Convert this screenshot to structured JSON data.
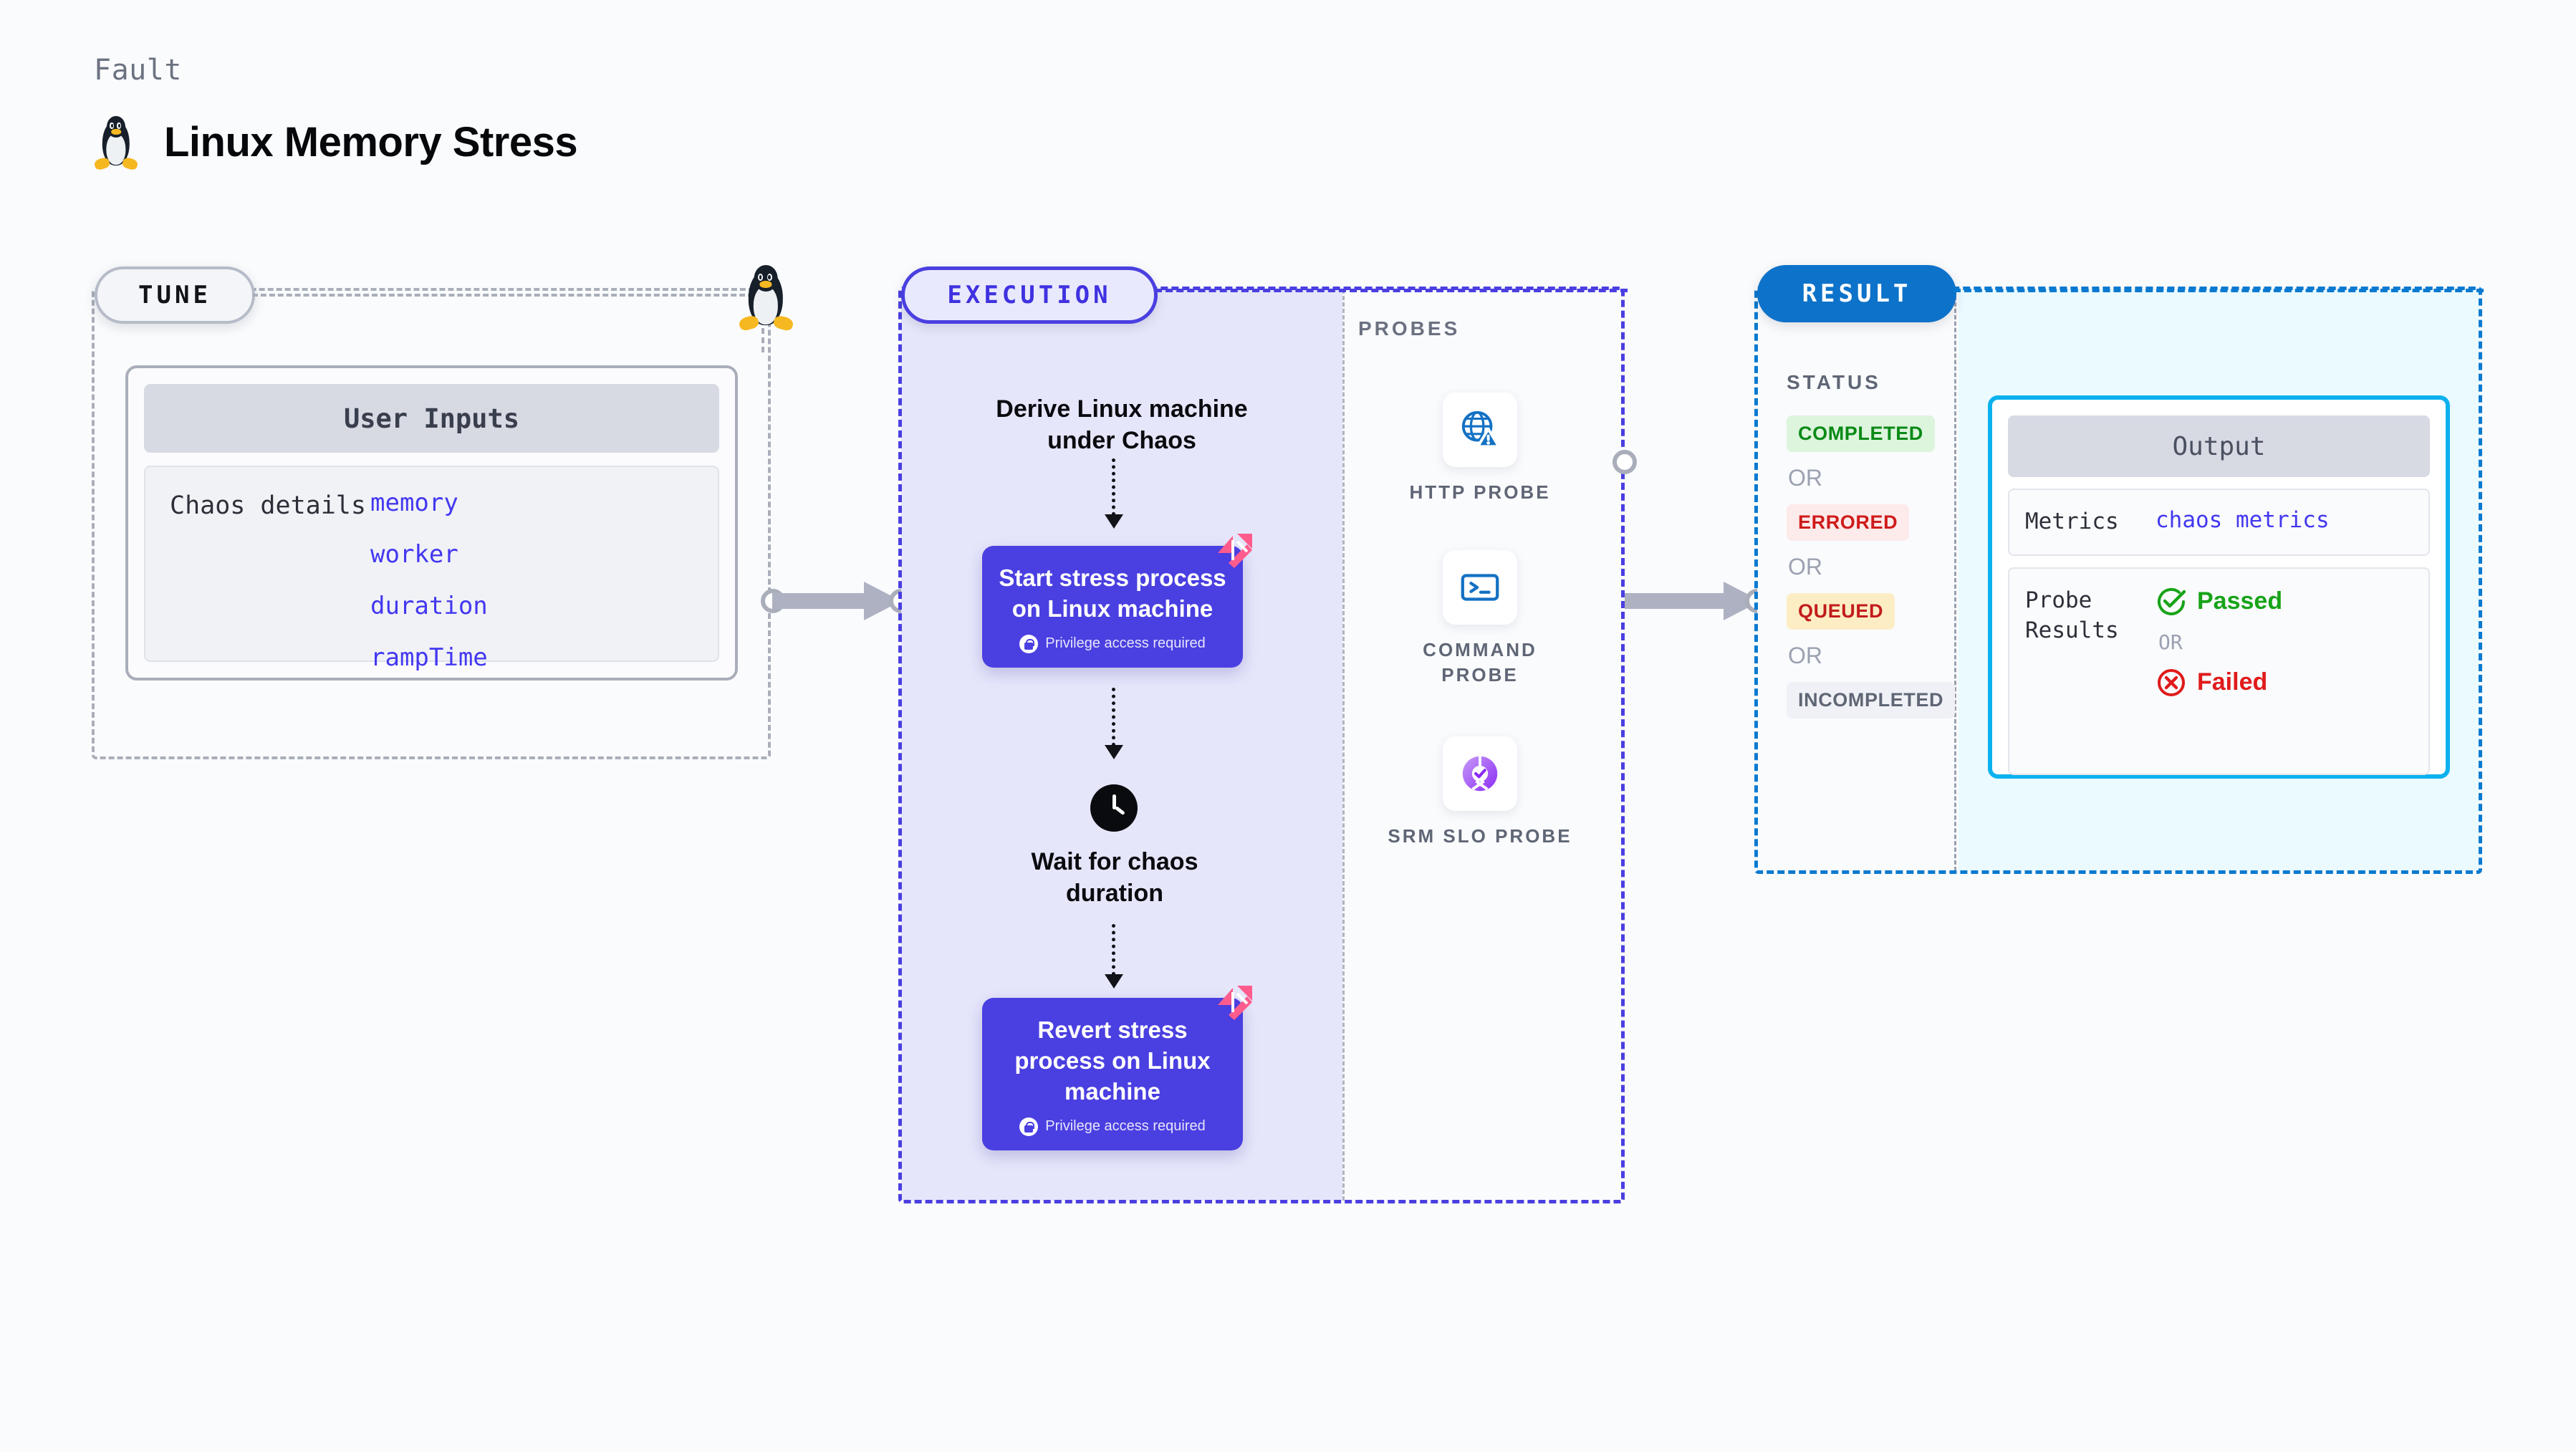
{
  "header": {
    "kicker": "Fault",
    "title": "Linux Memory Stress",
    "icon": "linux-penguin-icon"
  },
  "tune": {
    "badge": "TUNE",
    "icon": "linux-penguin-icon",
    "card": {
      "header": "User Inputs",
      "label": "Chaos details",
      "params": [
        "memory",
        "worker",
        "duration",
        "rampTime"
      ]
    }
  },
  "execution": {
    "badge": "EXECUTION",
    "steps": [
      {
        "type": "text",
        "label": "Derive Linux machine under Chaos"
      },
      {
        "type": "card",
        "label": "Start stress process on Linux machine",
        "note": "Privilege access required",
        "note_icon": "lock-icon",
        "badge_icon": "harness-logo-icon"
      },
      {
        "type": "wait",
        "label": "Wait for chaos duration",
        "icon": "clock-icon"
      },
      {
        "type": "card",
        "label": "Revert stress process on Linux machine",
        "note": "Privilege access required",
        "note_icon": "lock-icon",
        "badge_icon": "harness-logo-icon"
      }
    ]
  },
  "probes": {
    "label": "PROBES",
    "items": [
      {
        "name": "HTTP PROBE",
        "icon": "globe-warning-icon"
      },
      {
        "name": "COMMAND PROBE",
        "icon": "terminal-icon"
      },
      {
        "name": "SRM SLO PROBE",
        "icon": "slo-donut-check-icon"
      }
    ]
  },
  "result": {
    "badge": "RESULT",
    "status_label": "STATUS",
    "or_label": "OR",
    "statuses": [
      {
        "text": "COMPLETED",
        "bg": "#ddf4dd",
        "fg": "#0a8a17"
      },
      {
        "text": "ERRORED",
        "bg": "#fdeaea",
        "fg": "#cf1b1b"
      },
      {
        "text": "QUEUED",
        "bg": "#fcedc4",
        "fg": "#c21c1c"
      },
      {
        "text": "INCOMPLETED",
        "bg": "#f0f1f6",
        "fg": "#5f6675"
      }
    ],
    "output": {
      "header": "Output",
      "metrics_key": "Metrics",
      "metrics_value": "chaos metrics",
      "probe_key": "Probe Results",
      "passed": "Passed",
      "failed": "Failed",
      "or_label": "OR",
      "passed_icon": "check-circle-icon",
      "failed_icon": "x-circle-icon"
    }
  },
  "colors": {
    "page_bg": "#fafbfd",
    "execution_purple": "#4a3fe0",
    "execution_fill": "#e6e6fb",
    "result_blue": "#0d72c9",
    "result_fill": "#eafaff",
    "output_border": "#0bb1ee",
    "param_blue": "#4338f0",
    "harness_pink": "#ff5c8d"
  }
}
